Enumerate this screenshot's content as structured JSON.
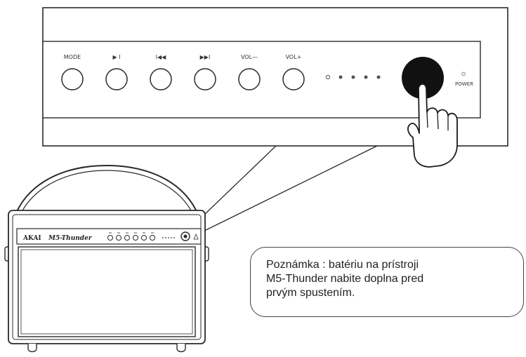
{
  "panel": {
    "buttons": [
      {
        "name": "mode",
        "label": "MODE"
      },
      {
        "name": "play-pause",
        "label": "▶︎ I"
      },
      {
        "name": "previous",
        "label": "I◀◀"
      },
      {
        "name": "next",
        "label": "▶▶I"
      },
      {
        "name": "vol-down",
        "label": "VOL—"
      },
      {
        "name": "vol-up",
        "label": "VOL+"
      }
    ],
    "indicator_dot_count": 5,
    "power": {
      "symbol": "⏻",
      "label": "POWER"
    }
  },
  "speaker": {
    "brand": "AKAI",
    "model": "M5-Thunder"
  },
  "note": {
    "lines": [
      "Poznámka : batériu na prístroji",
      "M5-Thunder nabite doplna pred",
      "prvým spustením."
    ]
  },
  "colors": {
    "line": "#2a2a2a",
    "power_button": "#111111",
    "background": "#ffffff"
  }
}
